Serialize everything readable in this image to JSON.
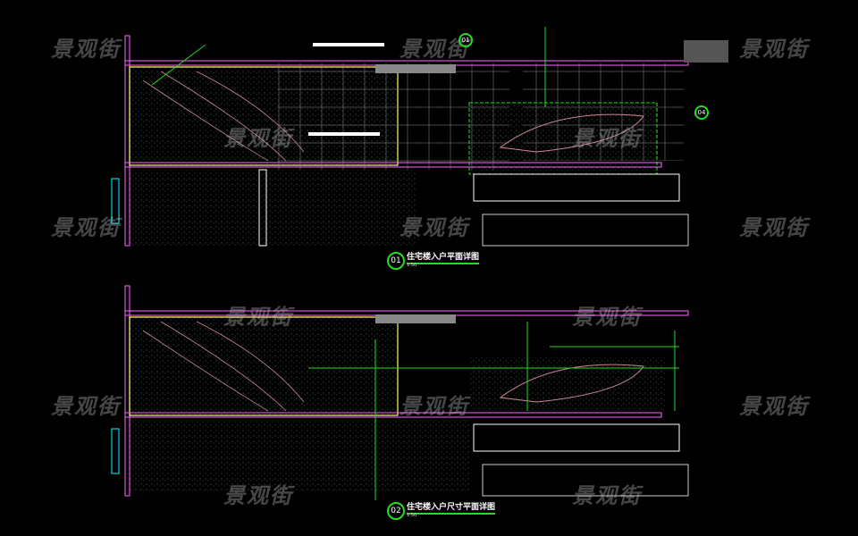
{
  "watermark": "景观街",
  "drawings": [
    {
      "number": "01",
      "title": "住宅楼入户平面详图",
      "scale": "1:50"
    },
    {
      "number": "02",
      "title": "住宅楼入户尺寸平面详图",
      "scale": "1:50"
    }
  ],
  "callouts": {
    "section_a": "01",
    "section_b": "04"
  },
  "colors": {
    "background": "#000000",
    "wall": "#ffff66",
    "dimension": "#22dd22",
    "pattern": "#cc8899",
    "accent": "#ff33ff",
    "cyan": "#00ffff"
  }
}
